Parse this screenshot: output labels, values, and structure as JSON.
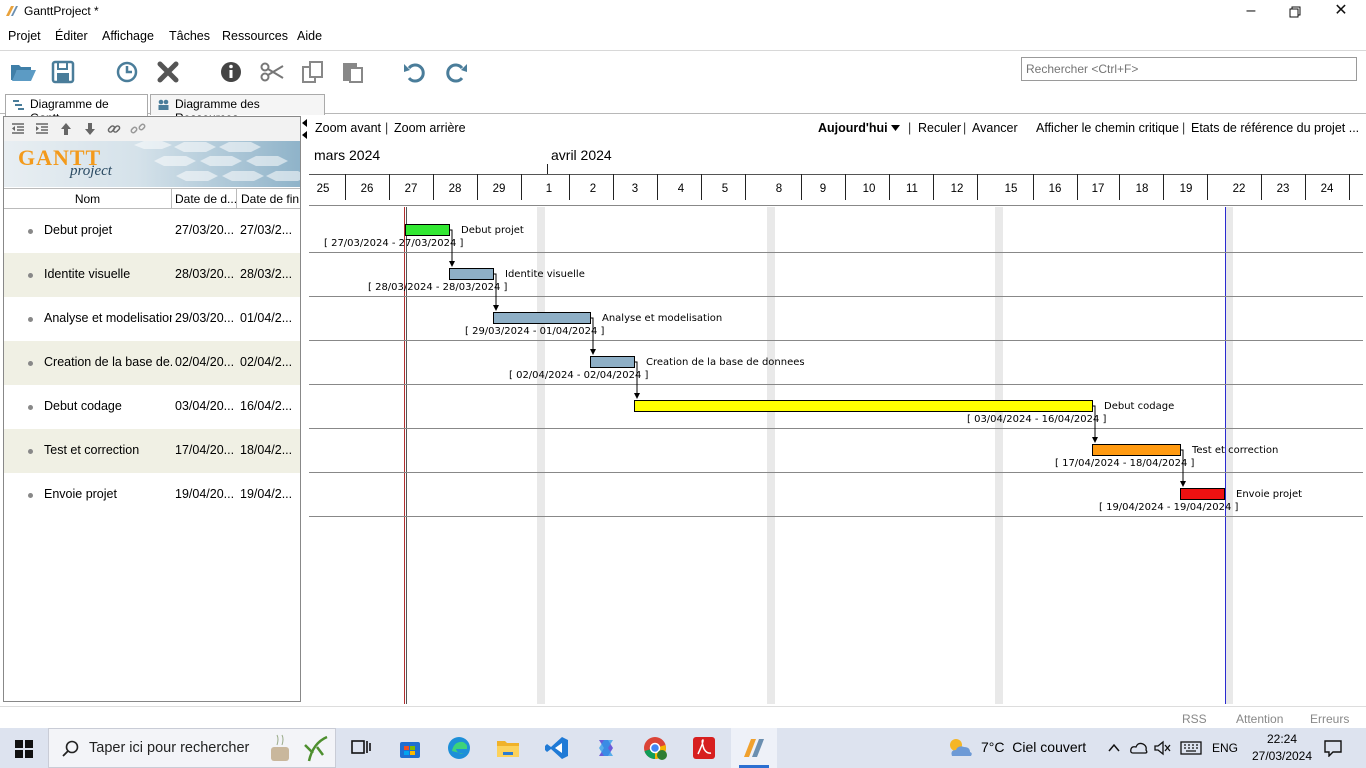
{
  "window": {
    "title": "GanttProject *"
  },
  "menu": {
    "items": [
      "Projet",
      "Éditer",
      "Affichage",
      "Tâches",
      "Ressources",
      "Aide"
    ]
  },
  "search": {
    "placeholder": "Rechercher <Ctrl+F>"
  },
  "tabs": [
    {
      "label": "Diagramme de Gantt",
      "active": true
    },
    {
      "label": "Diagramme des Ressources",
      "active": false
    }
  ],
  "logo": {
    "line1": "GANTT",
    "line2": "project"
  },
  "table": {
    "columns": [
      "Nom",
      "Date de d...",
      "Date de fin"
    ],
    "rows": [
      {
        "name": "Debut projet",
        "start": "27/03/20...",
        "end": "27/03/2..."
      },
      {
        "name": "Identite visuelle",
        "start": "28/03/20...",
        "end": "28/03/2..."
      },
      {
        "name": "Analyse et modelisation",
        "start": "29/03/20...",
        "end": "01/04/2..."
      },
      {
        "name": "Creation de la base de...",
        "start": "02/04/20...",
        "end": "02/04/2..."
      },
      {
        "name": "Debut codage",
        "start": "03/04/20...",
        "end": "16/04/2..."
      },
      {
        "name": "Test et correction",
        "start": "17/04/20...",
        "end": "18/04/2..."
      },
      {
        "name": "Envoie projet",
        "start": "19/04/20...",
        "end": "19/04/2..."
      }
    ]
  },
  "chart_toolbar": {
    "zoom_in": "Zoom avant",
    "zoom_out": "Zoom arrière",
    "today": "Aujourd'hui",
    "back": "Reculer",
    "forward": "Avancer",
    "critical_path": "Afficher le chemin critique",
    "baselines": "Etats de référence du projet ..."
  },
  "timeline": {
    "months": [
      "mars 2024",
      "avril 2024"
    ],
    "days": [
      "25",
      "26",
      "27",
      "28",
      "29",
      "1",
      "2",
      "3",
      "4",
      "5",
      "8",
      "9",
      "10",
      "11",
      "12",
      "15",
      "16",
      "17",
      "18",
      "19",
      "22",
      "23",
      "24"
    ]
  },
  "tasks": [
    {
      "name": "Debut projet",
      "dates": "[ 27/03/2024 - 27/03/2024 ]",
      "color": "#33e833"
    },
    {
      "name": "Identite visuelle",
      "dates": "[ 28/03/2024 - 28/03/2024 ]",
      "color": "#8eafc6"
    },
    {
      "name": "Analyse et modelisation",
      "dates": "[ 29/03/2024 - 01/04/2024 ]",
      "color": "#8eafc6"
    },
    {
      "name": "Creation de la base de donnees",
      "dates": "[ 02/04/2024 - 02/04/2024 ]",
      "color": "#8eafc6"
    },
    {
      "name": "Debut codage",
      "dates": "[ 03/04/2024 - 16/04/2024 ]",
      "color": "#ffff00"
    },
    {
      "name": "Test et correction",
      "dates": "[ 17/04/2024 - 18/04/2024 ]",
      "color": "#ff9a11"
    },
    {
      "name": "Envoie projet",
      "dates": "[ 19/04/2024 - 19/04/2024 ]",
      "color": "#ee1111"
    }
  ],
  "status": {
    "rss": "RSS",
    "attention": "Attention",
    "errors": "Erreurs"
  },
  "taskbar": {
    "search_placeholder": "Taper ici pour rechercher",
    "weather": "7°C  Ciel couvert",
    "lang": "ENG",
    "time": "22:24",
    "date": "27/03/2024"
  }
}
